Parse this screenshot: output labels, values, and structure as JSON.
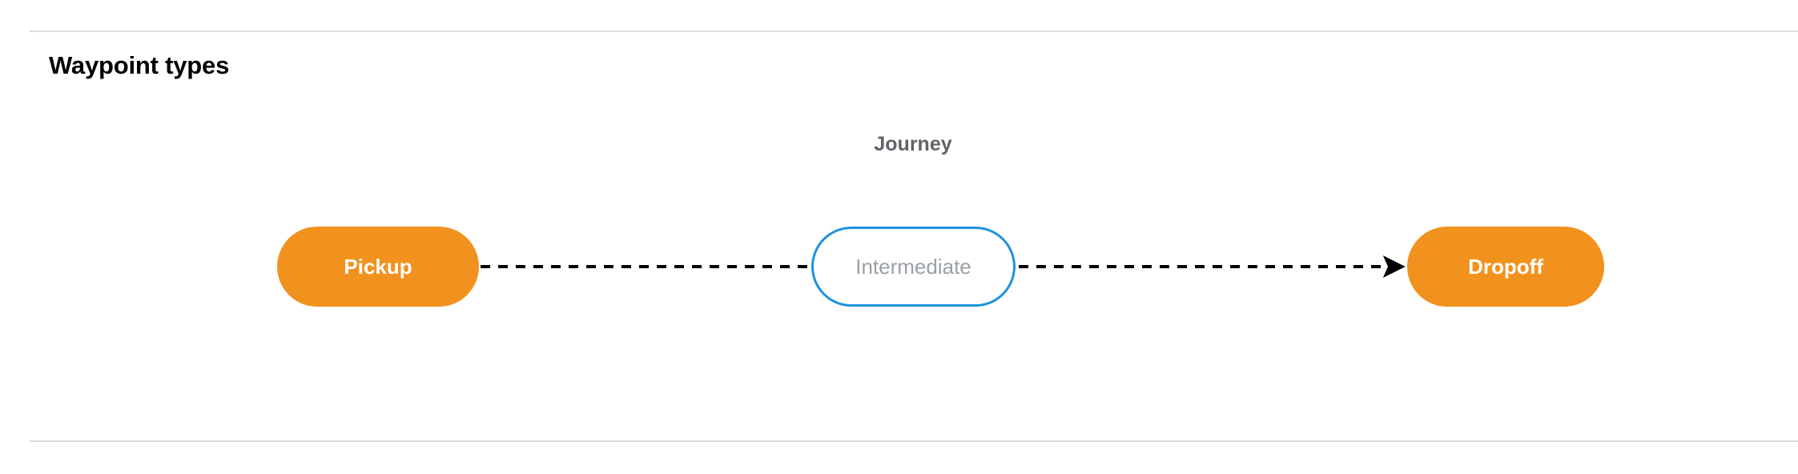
{
  "section": {
    "title": "Waypoint types"
  },
  "diagram": {
    "label": "Journey",
    "nodes": [
      {
        "id": "pickup",
        "label": "Pickup",
        "style": "terminal",
        "fill": "#f2921e",
        "text_color": "#ffffff"
      },
      {
        "id": "intermediate",
        "label": "Intermediate",
        "style": "intermediate",
        "fill": "#ffffff",
        "border_color": "#1e92de",
        "text_color": "#9aa0a6"
      },
      {
        "id": "dropoff",
        "label": "Dropoff",
        "style": "terminal",
        "fill": "#f2921e",
        "text_color": "#ffffff"
      }
    ],
    "edges": [
      {
        "from": "pickup",
        "to": "intermediate",
        "style": "dashed",
        "arrowhead": false,
        "color": "#000000"
      },
      {
        "from": "intermediate",
        "to": "dropoff",
        "style": "dashed",
        "arrowhead": true,
        "color": "#000000"
      }
    ]
  },
  "colors": {
    "divider": "#dadce0",
    "accent_orange": "#f2921e",
    "accent_blue": "#1e92de",
    "muted_text": "#5f6368"
  }
}
